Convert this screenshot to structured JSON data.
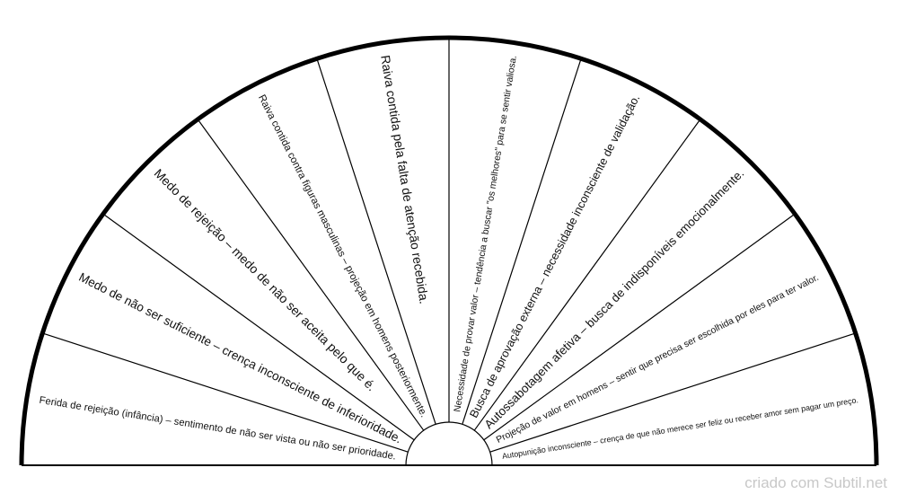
{
  "chart_data": {
    "type": "semicircle-pendulum-chart",
    "sectors": [
      {
        "label": "Ferida de rejeição (infância) – sentimento de não ser vista ou não ser prioridade."
      },
      {
        "label": "Medo de não ser suficiente – crença inconsciente de inferioridade."
      },
      {
        "label": "Medo de rejeição – medo de não ser aceita pelo que é."
      },
      {
        "label": "Raiva contida contra figuras masculinas – projeção em homens posteriormente."
      },
      {
        "label": "Raiva contida pela falta de atenção recebida."
      },
      {
        "label": "Necessidade de provar valor – tendência a buscar \"os melhores\" para se sentir valiosa."
      },
      {
        "label": "Busca de aprovação externa – necessidade inconsciente de validação."
      },
      {
        "label": "Autossabotagem afetiva – busca de indisponíveis emocionalmente."
      },
      {
        "label": "Projeção de valor em homens – sentir que precisa ser escolhida por eles para ter valor."
      },
      {
        "label": "Autopunição inconsciente – crença de que não merece ser feliz ou receber amor sem pagar um preço."
      }
    ],
    "colors": {
      "line": "#000000",
      "text": "#111111",
      "background": "#ffffff",
      "credit": "#c8c8c8"
    }
  },
  "credit": "criado com Subtil.net"
}
